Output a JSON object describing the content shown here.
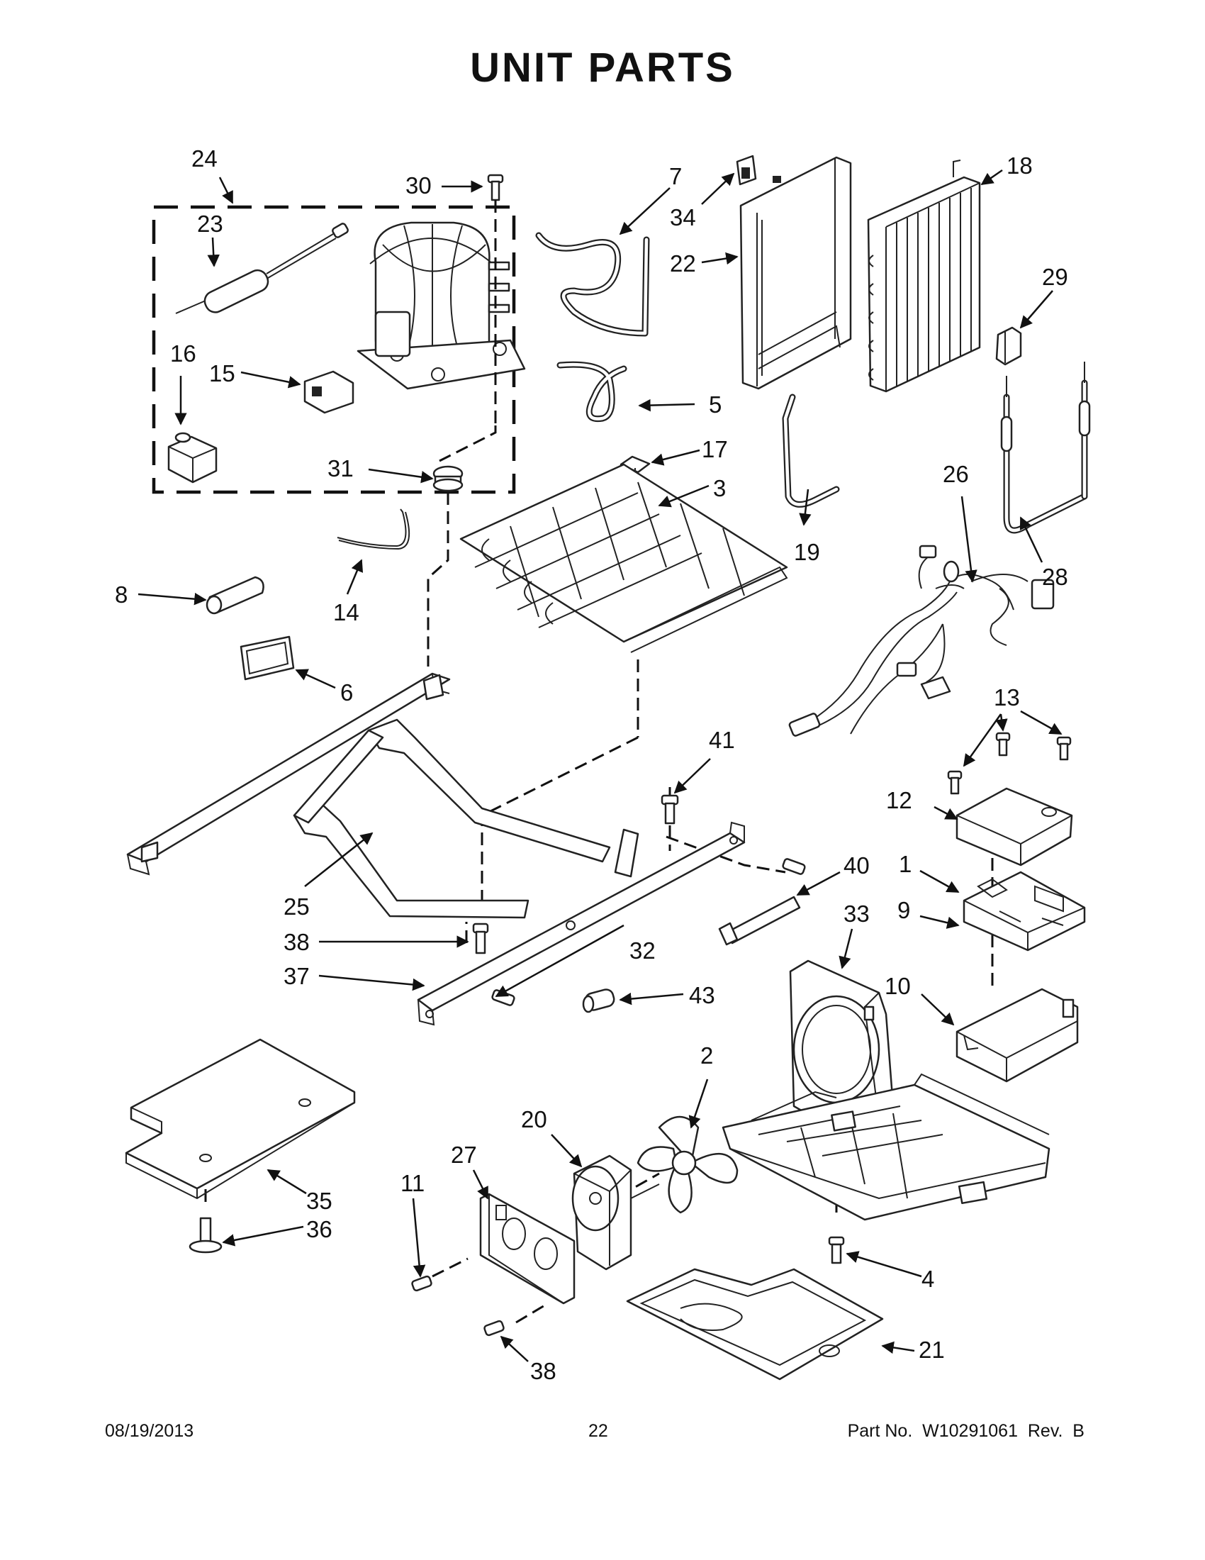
{
  "title": "UNIT PARTS",
  "footer": {
    "date": "08/19/2013",
    "page": "22",
    "part_no": "Part No.  W10291061  Rev.  B"
  },
  "callouts": {
    "c24": "24",
    "c23": "23",
    "c30": "30",
    "c7": "7",
    "c34": "34",
    "c22": "22",
    "c18": "18",
    "c29": "29",
    "c16": "16",
    "c15": "15",
    "c5": "5",
    "c17": "17",
    "c3": "3",
    "c31": "31",
    "c19": "19",
    "c26": "26",
    "c28": "28",
    "c8": "8",
    "c14": "14",
    "c6": "6",
    "c13": "13",
    "c41": "41",
    "c12": "12",
    "c1": "1",
    "c9": "9",
    "c40": "40",
    "c33": "33",
    "c25": "25",
    "c38a": "38",
    "c37": "37",
    "c32": "32",
    "c43": "43",
    "c10": "10",
    "c2": "2",
    "c20": "20",
    "c27": "27",
    "c11": "11",
    "c35": "35",
    "c36": "36",
    "c4": "4",
    "c21": "21",
    "c38b": "38"
  }
}
